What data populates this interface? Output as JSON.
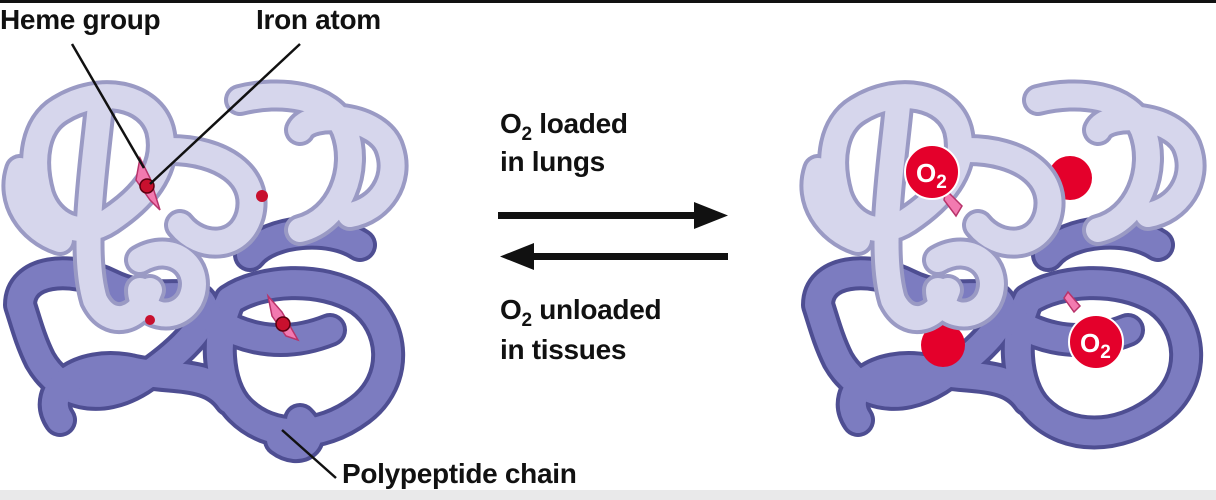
{
  "labels": {
    "heme_group": "Heme group",
    "iron_atom": "Iron atom",
    "polypeptide_chain": "Polypeptide chain"
  },
  "forward_arrow": {
    "molecule": "O",
    "subscript": "2",
    "line1_rest": " loaded",
    "line2": "in lungs"
  },
  "reverse_arrow": {
    "molecule": "O",
    "subscript": "2",
    "line1_rest": " unloaded",
    "line2": "in tissues"
  },
  "oxygen_badge": {
    "molecule": "O",
    "subscript": "2"
  },
  "colors": {
    "light_chain": "#d3d3ea",
    "light_chain_edge": "#9a9ac4",
    "dark_chain": "#7c7cc0",
    "dark_chain_edge": "#4e4e92",
    "heme": "#f27ab0",
    "iron": "#c8102e",
    "oxygen": "#e4002b"
  }
}
